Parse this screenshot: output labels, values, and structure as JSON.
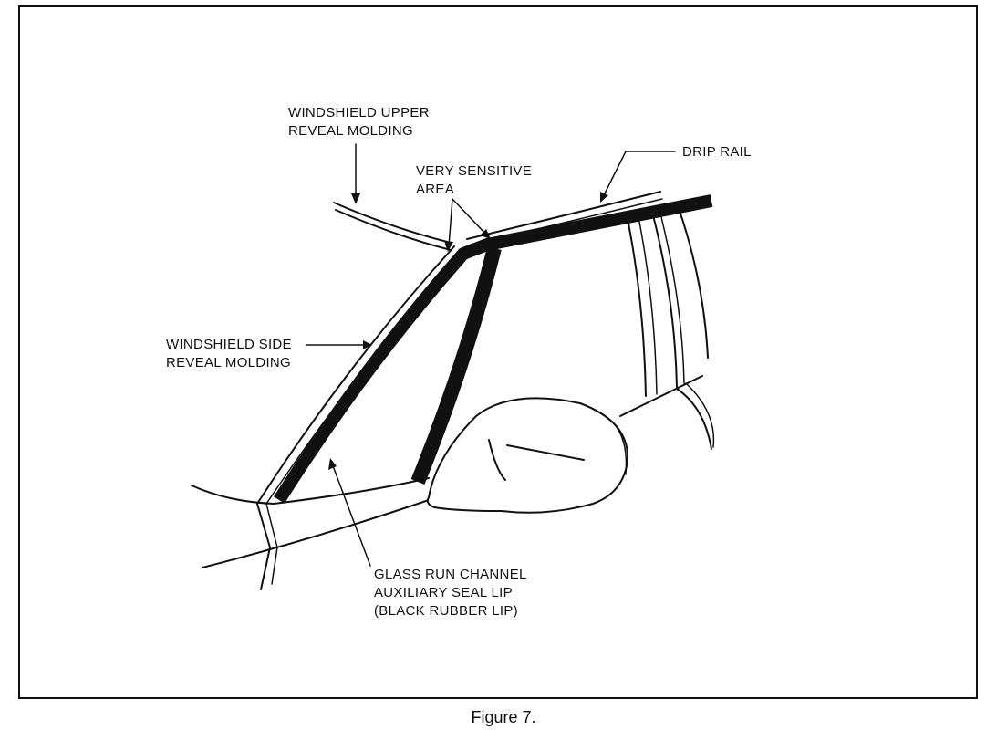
{
  "labels": {
    "upper_reveal": [
      "WINDSHIELD UPPER",
      "REVEAL MOLDING"
    ],
    "sensitive": [
      "VERY SENSITIVE",
      "AREA"
    ],
    "drip_rail": [
      "DRIP RAIL"
    ],
    "side_reveal": [
      "WINDSHIELD SIDE",
      "REVEAL MOLDING"
    ],
    "glass_run": [
      "GLASS RUN CHANNEL",
      "AUXILIARY SEAL LIP",
      "(BLACK RUBBER LIP)"
    ]
  },
  "caption": "Figure 7."
}
